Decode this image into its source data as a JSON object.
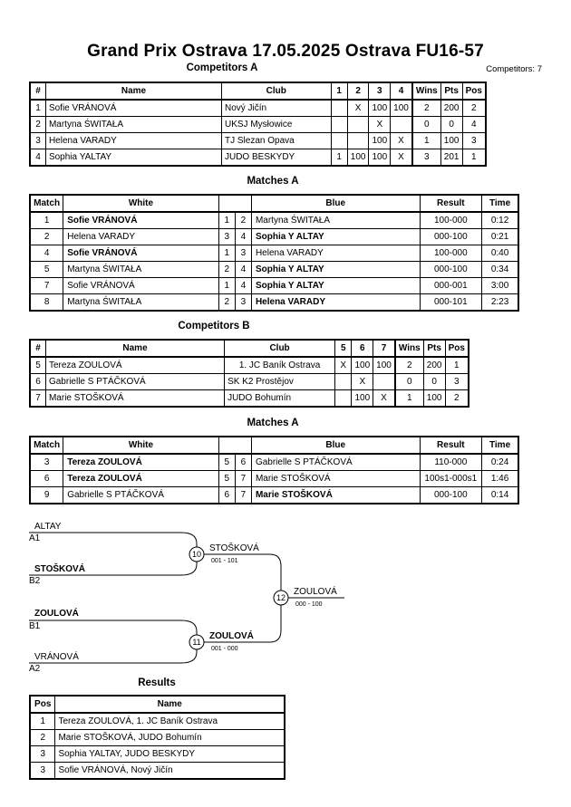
{
  "header": {
    "title": "Grand Prix Ostrava  17.05.2025  Ostrava   FU16-57",
    "competitors_count": "Competitors: 7"
  },
  "competitors_a": {
    "heading": "Competitors A",
    "columns": [
      "#",
      "Name",
      "Club",
      "1",
      "2",
      "3",
      "4",
      "Wins",
      "Pts",
      "Pos"
    ],
    "rows": [
      [
        "1",
        "Sofie VRÁNOVÁ",
        "Nový Jičín",
        "",
        "X",
        "100",
        "100",
        "2",
        "200",
        "2"
      ],
      [
        "2",
        "Martyna ŚWITAŁA",
        "UKSJ Mysłowice",
        "",
        "",
        "X",
        "",
        "0",
        "0",
        "4"
      ],
      [
        "3",
        "Helena VARADY",
        "TJ Slezan Opava",
        "",
        "",
        "100",
        "X",
        "1",
        "100",
        "3"
      ],
      [
        "4",
        "Sophia YALTAY",
        "JUDO BESKYDY",
        "1",
        "100",
        "100",
        "X",
        "3",
        "201",
        "1"
      ]
    ]
  },
  "matches_a1": {
    "heading": "Matches A",
    "columns": [
      "Match",
      "White",
      "Blue",
      "Result",
      "Time"
    ],
    "rows": [
      {
        "match": "1",
        "white": "Sofie VRÁNOVÁ",
        "wn": "1",
        "bn": "2",
        "blue": "Martyna ŚWITAŁA",
        "result": "100-000",
        "time": "0:12",
        "winner": "white"
      },
      {
        "match": "2",
        "white": "Helena VARADY",
        "wn": "3",
        "bn": "4",
        "blue": "Sophia Y ALTAY",
        "result": "000-100",
        "time": "0:21",
        "winner": "blue"
      },
      {
        "match": "4",
        "white": "Sofie VRÁNOVÁ",
        "wn": "1",
        "bn": "3",
        "blue": "Helena VARADY",
        "result": "100-000",
        "time": "0:40",
        "winner": "white"
      },
      {
        "match": "5",
        "white": "Martyna ŚWITAŁA",
        "wn": "2",
        "bn": "4",
        "blue": "Sophia Y ALTAY",
        "result": "000-100",
        "time": "0:34",
        "winner": "blue"
      },
      {
        "match": "7",
        "white": "Sofie VRÁNOVÁ",
        "wn": "1",
        "bn": "4",
        "blue": "Sophia Y ALTAY",
        "result": "000-001",
        "time": "3:00",
        "winner": "blue"
      },
      {
        "match": "8",
        "white": "Martyna ŚWITAŁA",
        "wn": "2",
        "bn": "3",
        "blue": "Helena VARADY",
        "result": "000-101",
        "time": "2:23",
        "winner": "blue"
      }
    ]
  },
  "competitors_b": {
    "heading": "Competitors B",
    "columns": [
      "#",
      "Name",
      "Club",
      "5",
      "6",
      "7",
      "Wins",
      "Pts",
      "Pos"
    ],
    "rows": [
      [
        "5",
        "Tereza ZOULOVÁ",
        "1. JC Baník Ostrava",
        "X",
        "100",
        "100",
        "2",
        "200",
        "1"
      ],
      [
        "6",
        "Gabrielle S PTÁČKOVÁ",
        "SK K2 Prostějov",
        "",
        "X",
        "",
        "0",
        "0",
        "3"
      ],
      [
        "7",
        "Marie STOŠKOVÁ",
        "JUDO Bohumín",
        "",
        "100",
        "X",
        "1",
        "100",
        "2"
      ]
    ]
  },
  "matches_a2": {
    "heading": "Matches A",
    "columns": [
      "Match",
      "White",
      "Blue",
      "Result",
      "Time"
    ],
    "rows": [
      {
        "match": "3",
        "white": "Tereza ZOULOVÁ",
        "wn": "5",
        "bn": "6",
        "blue": "Gabrielle S PTÁČKOVÁ",
        "result": "110-000",
        "time": "0:24",
        "winner": "white"
      },
      {
        "match": "6",
        "white": "Tereza ZOULOVÁ",
        "wn": "5",
        "bn": "7",
        "blue": "Marie STOŠKOVÁ",
        "result": "100s1-000s1",
        "time": "1:46",
        "winner": "white"
      },
      {
        "match": "9",
        "white": "Gabrielle S PTÁČKOVÁ",
        "wn": "6",
        "bn": "7",
        "blue": "Marie STOŠKOVÁ",
        "result": "000-100",
        "time": "0:14",
        "winner": "blue"
      }
    ]
  },
  "bracket": {
    "e1_name": "ALTAY",
    "e1_tag": "A1",
    "e2_name": "STOŠKOVÁ",
    "e2_tag": "B2",
    "e3_name": "ZOULOVÁ",
    "e3_tag": "B1",
    "e4_name": "VRÁNOVÁ",
    "e4_tag": "A2",
    "m10_num": "10",
    "m10_winner": "STOŠKOVÁ",
    "m10_score": "001 - 101",
    "m11_num": "11",
    "m11_winner": "ZOULOVÁ",
    "m11_score": "001 - 000",
    "m12_num": "12",
    "m12_winner": "ZOULOVÁ",
    "m12_score": "000 - 100"
  },
  "results": {
    "heading": "Results",
    "columns": [
      "Pos",
      "Name"
    ],
    "rows": [
      [
        "1",
        "Tereza ZOULOVÁ, 1. JC Baník Ostrava"
      ],
      [
        "2",
        "Marie STOŠKOVÁ, JUDO Bohumín"
      ],
      [
        "3",
        "Sophia YALTAY, JUDO BESKYDY"
      ],
      [
        "3",
        "Sofie VRÁNOVÁ, Nový Jičín"
      ]
    ]
  }
}
